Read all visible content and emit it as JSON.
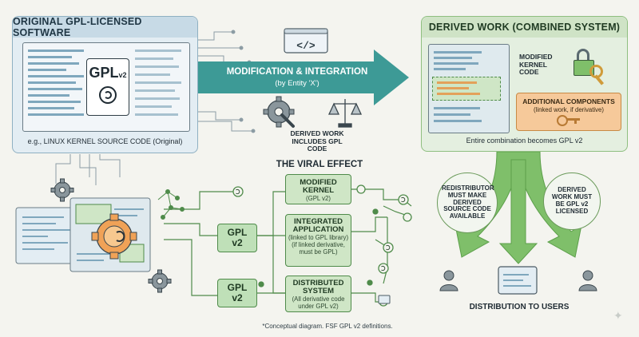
{
  "original": {
    "header": "ORIGINAL GPL-LICENSED SOFTWARE",
    "gpl_label": "GPL",
    "gpl_version": "v2",
    "caption": "e.g., LINUX KERNEL SOURCE CODE (Original)"
  },
  "arrow": {
    "title": "MODIFICATION & INTEGRATION",
    "subtitle": "(by Entity 'X')"
  },
  "derived_note": {
    "line1": "DERIVED WORK",
    "line2": "INCLUDES GPL CODE"
  },
  "derived": {
    "header": "DERIVED WORK (COMBINED SYSTEM)",
    "modified_line1": "MODIFIED",
    "modified_line2": "KERNEL CODE",
    "additional_title": "ADDITIONAL COMPONENTS",
    "additional_sub": "(linked work, if derivative)",
    "caption": "Entire combination becomes GPL v2"
  },
  "viral": {
    "title": "THE VIRAL EFFECT",
    "gpl_a_line1": "GPL",
    "gpl_a_line2": "v2",
    "gpl_b_line1": "GPL",
    "gpl_b_line2": "v2",
    "box1_title": "MODIFIED KERNEL",
    "box1_sub": "(GPL v2)",
    "box2_title": "INTEGRATED APPLICATION",
    "box2_sub": "(linked to GPL library) (if linked derivative, must be GPL)",
    "box3_title": "DISTRIBUTED SYSTEM",
    "box3_sub": "(All derivative code under GPL v2)"
  },
  "obligations": {
    "left": "REDISTRIBUTOR MUST MAKE DERIVED SOURCE CODE AVAILABLE",
    "right": "DERIVED WORK MUST BE GPL v2 LICENSED"
  },
  "distribution": "DISTRIBUTION TO USERS",
  "footnote": "*Conceptual diagram. FSF GPL v2 definitions.",
  "colors": {
    "background": "#f4f4ef",
    "blue_panel": "#e3edf3",
    "blue_header": "#c7dae6",
    "green_panel": "#e4efe0",
    "green_header": "#cfe3c6",
    "teal_arrow": "#3d9a96",
    "green_box": "#cfe6c6",
    "orange_box": "#f6c99a",
    "green_arrow": "#7fbf6a"
  }
}
